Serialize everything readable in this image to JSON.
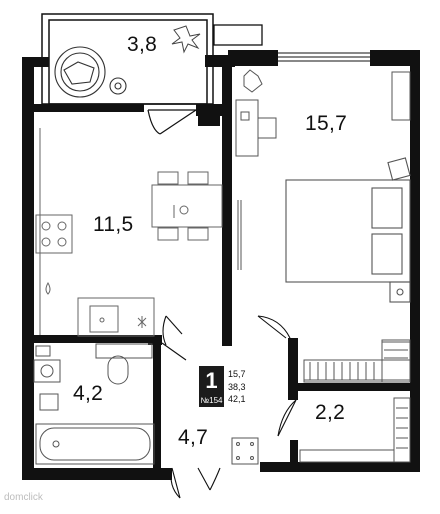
{
  "rooms": {
    "balcony": {
      "area": "3,8"
    },
    "living_bedroom": {
      "area": "15,7"
    },
    "kitchen": {
      "area": "11,5"
    },
    "bathroom": {
      "area": "4,2"
    },
    "hall": {
      "area": "4,7"
    },
    "wardrobe": {
      "area": "2,2"
    }
  },
  "apartment": {
    "rooms_count": "1",
    "number": "№154",
    "areas": [
      "15,7",
      "38,3",
      "42,1"
    ]
  },
  "watermark": "domclick",
  "colors": {
    "wall": "#111111",
    "fixture": "#8a8a8a",
    "background": "#ffffff"
  }
}
